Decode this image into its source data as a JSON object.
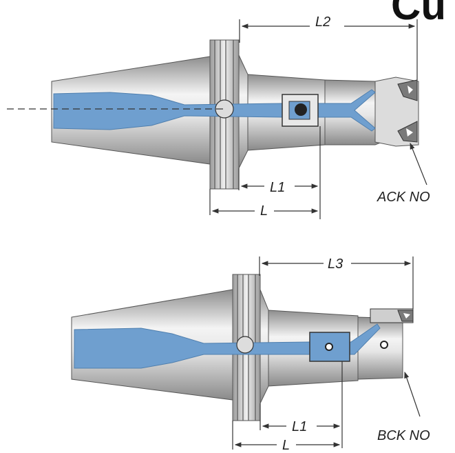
{
  "heading": {
    "text": "Cu"
  },
  "colors": {
    "body_light": "#f2f2f2",
    "body_mid": "#cfcfcf",
    "body_dark": "#8e8e8e",
    "coolant": "#6f9fcf",
    "coolant_dark": "#4f7fae",
    "line": "#333333"
  },
  "top_holder": {
    "dimensions": {
      "l2": "L2",
      "l1": "L1",
      "l": "L"
    },
    "callout": "ACK NO"
  },
  "bottom_holder": {
    "dimensions": {
      "l3": "L3",
      "l1": "L1",
      "l": "L"
    },
    "callout": "BCK NO"
  }
}
